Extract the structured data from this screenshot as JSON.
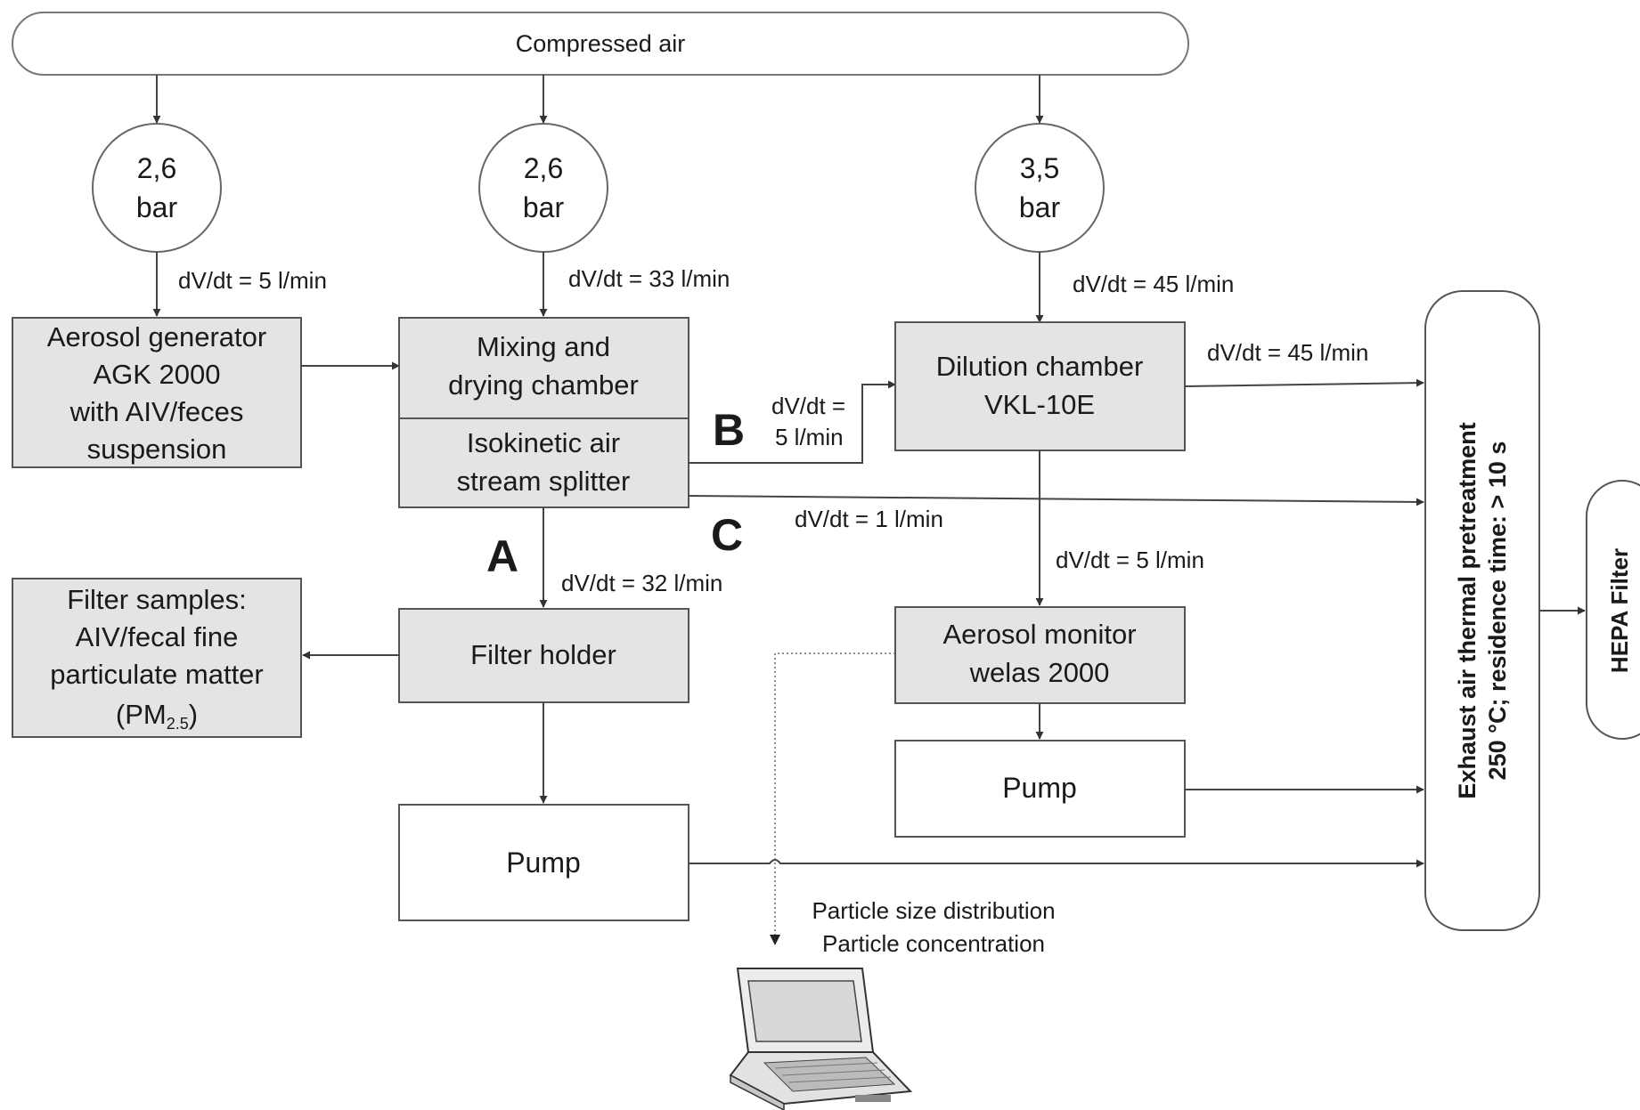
{
  "compressed_air": "Compressed air",
  "pressures": {
    "p1": {
      "value": "2,6",
      "unit": "bar"
    },
    "p2": {
      "value": "2,6",
      "unit": "bar"
    },
    "p3": {
      "value": "3,5",
      "unit": "bar"
    }
  },
  "flows": {
    "gen_in": "dV/dt = 5 l/min",
    "mix_in": "dV/dt = 33 l/min",
    "dil_in": "dV/dt = 45 l/min",
    "dil_out": "dV/dt = 45 l/min",
    "b_line1": "dV/dt =",
    "b_line2": "5 l/min",
    "c_flow": "dV/dt = 1 l/min",
    "a_flow": "dV/dt = 32 l/min",
    "monitor_in": "dV/dt = 5 l/min"
  },
  "paths": {
    "a": "A",
    "b": "B",
    "c": "C"
  },
  "boxes": {
    "generator": [
      "Aerosol generator",
      "AGK 2000",
      "with AIV/feces",
      "suspension"
    ],
    "mixing": [
      "Mixing and",
      "drying chamber"
    ],
    "splitter": [
      "Isokinetic air",
      "stream splitter"
    ],
    "dilution": [
      "Dilution chamber",
      "VKL-10E"
    ],
    "filter_holder": "Filter holder",
    "filter_samples": [
      "Filter samples:",
      "AIV/fecal fine",
      "particulate matter"
    ],
    "pm_prefix": "(PM",
    "pm_sub": "2.5",
    "pm_suffix": ")",
    "monitor": [
      "Aerosol monitor",
      "welas 2000"
    ],
    "pump_monitor": "Pump",
    "pump_main": "Pump",
    "exhaust": [
      "Exhaust air thermal pretreatment",
      "250 °C; residence time: > 10 s"
    ],
    "hepa": "HEPA Filter"
  },
  "outputs": [
    "Particle size distribution",
    "Particle concentration"
  ]
}
